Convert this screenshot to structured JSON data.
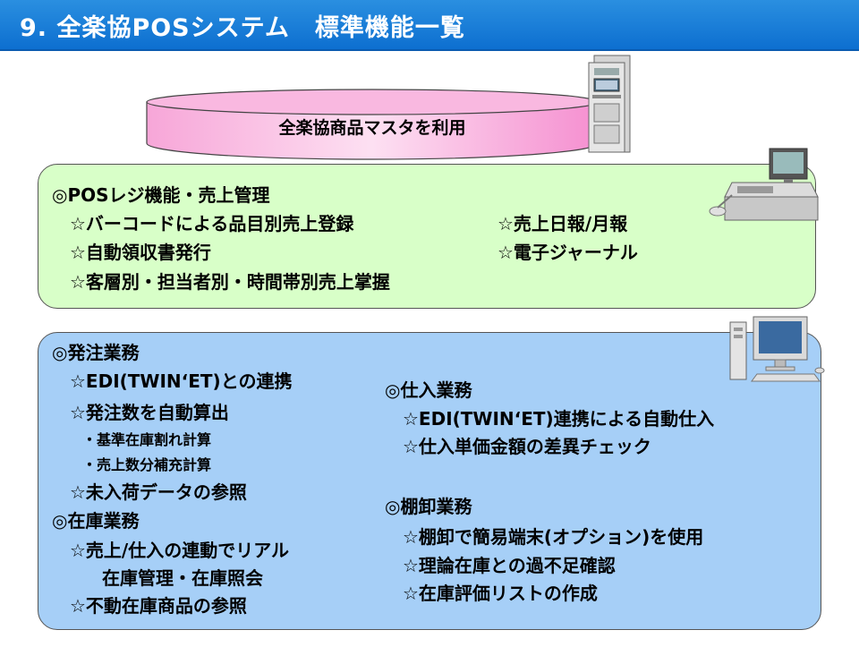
{
  "title": "9. 全楽協POSシステム　標準機能一覧",
  "master_banner": "全楽協商品マスタを利用",
  "pos_section": {
    "heading": "◎POSレジ機能・売上管理",
    "left_items": [
      "☆バーコードによる品目別売上登録",
      "☆自動領収書発行",
      "☆客層別・担当者別・時間帯別売上掌握"
    ],
    "right_items": [
      "☆売上日報/月報",
      "☆電子ジャーナル"
    ]
  },
  "order_section": {
    "heading": "◎発注業務",
    "items": [
      "☆EDI(TWIN‘ET)との連携",
      "☆発注数を自動算出"
    ],
    "sub_items": [
      "・基準在庫割れ計算",
      "・売上数分補充計算"
    ],
    "items_after": [
      "☆未入荷データの参照"
    ]
  },
  "stock_section": {
    "heading": "◎在庫業務",
    "items": [
      "☆売上/仕入の連動でリアル",
      "在庫管理・在庫照会",
      "☆不動在庫商品の参照"
    ]
  },
  "purchase_section": {
    "heading": "◎仕入業務",
    "items": [
      "☆EDI(TWIN‘ET)連携による自動仕入",
      "☆仕入単価金額の差異チェック"
    ]
  },
  "inventory_section": {
    "heading": "◎棚卸業務",
    "items": [
      "☆棚卸で簡易端末(オプション)を使用",
      "☆理論在庫との過不足確認",
      "☆在庫評価リストの作成"
    ]
  }
}
